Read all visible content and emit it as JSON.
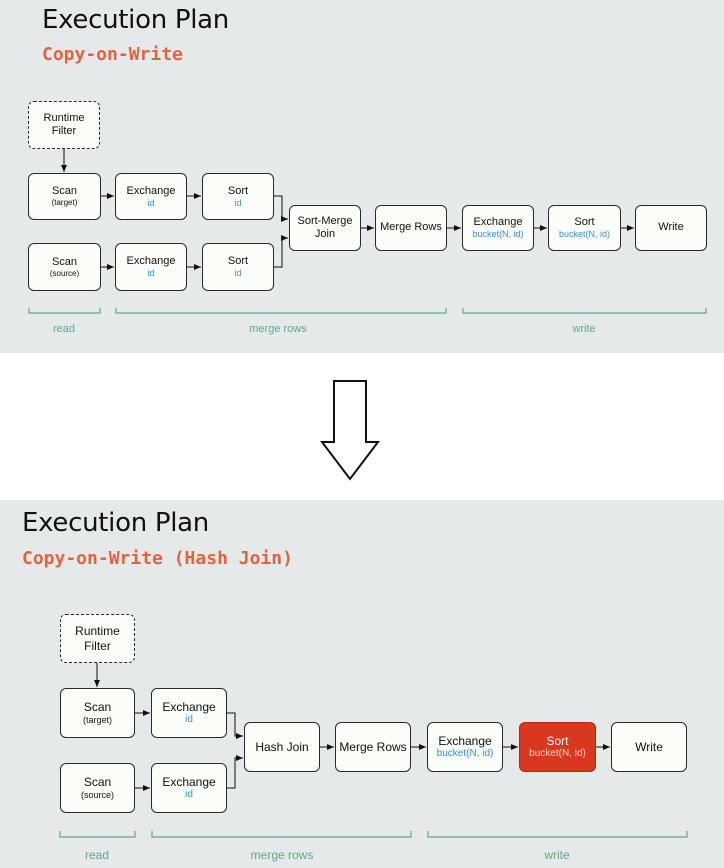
{
  "colors": {
    "panel_bg": "#e6e9e9",
    "subtitle": "#e2633f",
    "key_text": "#3d8fd8",
    "group_bracket": "#5fa88a",
    "highlight": "#d9371e"
  },
  "panel1": {
    "title": "Execution Plan",
    "subtitle": "Copy-on-Write",
    "nodes": {
      "runtime_filter": {
        "label": "Runtime\nFilter"
      },
      "scan_target": {
        "label": "Scan",
        "sub": "(target)"
      },
      "scan_source": {
        "label": "Scan",
        "sub": "(source)"
      },
      "exchange_top": {
        "label": "Exchange",
        "key": "id"
      },
      "exchange_bottom": {
        "label": "Exchange",
        "key": "id"
      },
      "sort_top": {
        "label": "Sort",
        "key": "id"
      },
      "sort_bottom": {
        "label": "Sort",
        "key": "id"
      },
      "sort_merge_join": {
        "label": "Sort-Merge\nJoin"
      },
      "merge_rows": {
        "label": "Merge Rows"
      },
      "exchange_write": {
        "label": "Exchange",
        "key": "bucket(N, id)"
      },
      "sort_write": {
        "label": "Sort",
        "key": "bucket(N, id)"
      },
      "write": {
        "label": "Write"
      }
    },
    "groups": {
      "read": "read",
      "merge": "merge rows",
      "write": "write"
    }
  },
  "transition_icon": "down-arrow-icon",
  "panel2": {
    "title": "Execution Plan",
    "subtitle": "Copy-on-Write (Hash Join)",
    "nodes": {
      "runtime_filter": {
        "label": "Runtime\nFilter"
      },
      "scan_target": {
        "label": "Scan",
        "sub": "(target)"
      },
      "scan_source": {
        "label": "Scan",
        "sub": "(source)"
      },
      "exchange_top": {
        "label": "Exchange",
        "key": "id"
      },
      "exchange_bottom": {
        "label": "Exchange",
        "key": "id"
      },
      "hash_join": {
        "label": "Hash Join"
      },
      "merge_rows": {
        "label": "Merge Rows"
      },
      "exchange_write": {
        "label": "Exchange",
        "key": "bucket(N, id)"
      },
      "sort_write": {
        "label": "Sort",
        "key": "bucket(N, id)"
      },
      "write": {
        "label": "Write"
      }
    },
    "groups": {
      "read": "read",
      "merge": "merge rows",
      "write": "write"
    }
  }
}
